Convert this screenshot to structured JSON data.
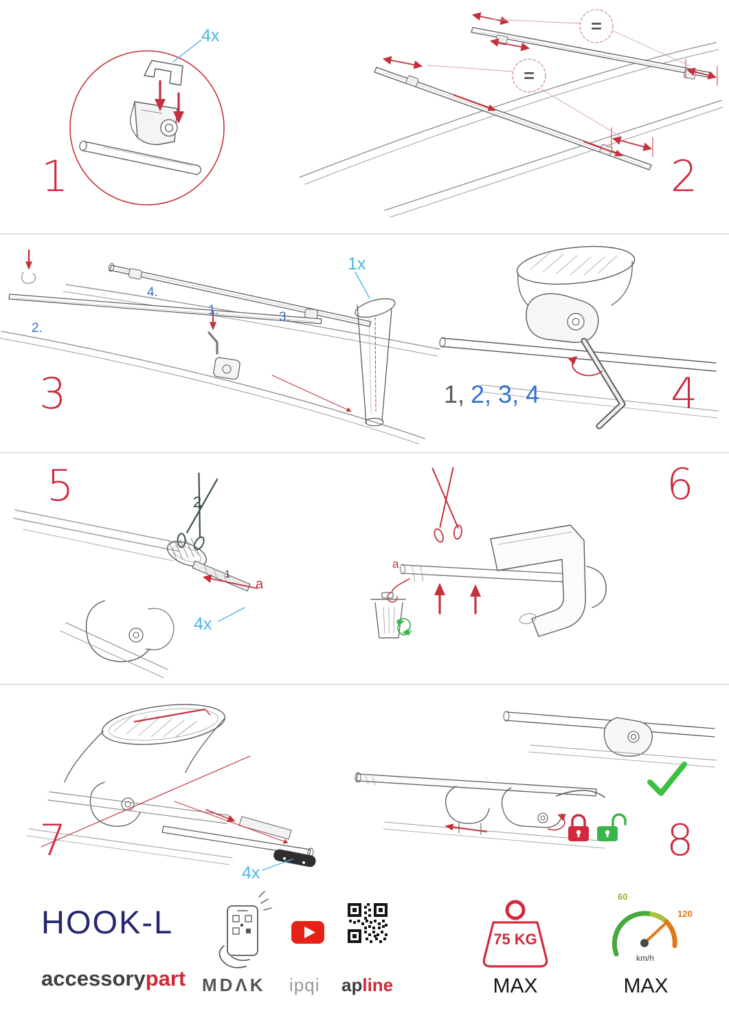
{
  "document": {
    "steps": {
      "one": {
        "num": "1",
        "qty": "4x"
      },
      "two": {
        "num": "2",
        "equal": "="
      },
      "three": {
        "num": "3",
        "qty": "1x",
        "order1": "1.",
        "order2": "2.",
        "order3": "3.",
        "order4": "4."
      },
      "four": {
        "num": "4",
        "seq_done": "1,",
        "seq_todo": "2, 3, 4"
      },
      "five": {
        "num": "5",
        "qty": "4x",
        "cut_label": "2",
        "pull_label": "1",
        "strap_label": "a"
      },
      "six": {
        "num": "6",
        "strap_label": "a"
      },
      "seven": {
        "num": "7",
        "qty": "4x"
      },
      "eight": {
        "num": "8"
      }
    },
    "footer": {
      "product_name": "HOOK-L",
      "brand_left": "accessory",
      "brand_right": "part",
      "logo_mdak": "MDΛK",
      "logo_ipqi": "ipqi",
      "logo_ap": "ap",
      "logo_line": "line",
      "weight_limit": "75 KG",
      "weight_max": "MAX",
      "speed_min": "60",
      "speed_max_value": "120",
      "speed_unit": "km/h",
      "speed_max": "MAX"
    },
    "colors": {
      "step_red": "#d0293c",
      "label_blue": "#4ab6e6",
      "order_blue": "#3570cf",
      "brand_navy": "#26266e",
      "accent_green": "#3bb54a"
    }
  }
}
